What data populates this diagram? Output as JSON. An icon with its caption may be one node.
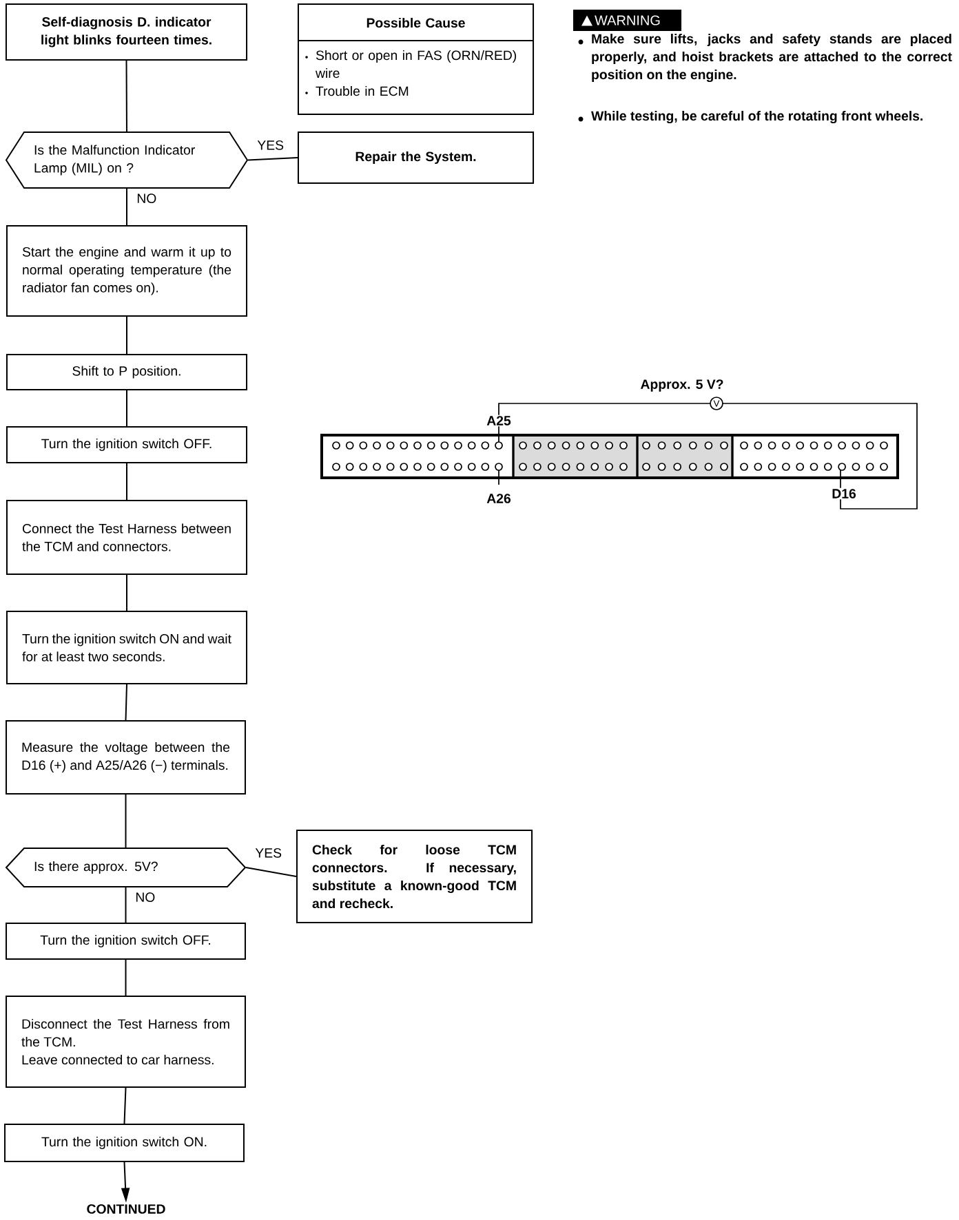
{
  "diagram": {
    "nodes": [
      {
        "text": [
          "Self-diagnosis D. indicator light blinks fourteen times."
        ]
      },
      {
        "text": [
          "Possible Cause",
          "Short or open in FAS (ORN/RED) wire",
          "Trouble in ECM"
        ]
      },
      {
        "text": [
          "WARNING"
        ]
      },
      {
        "text": [
          "Is the Malfunction Indicator Lamp (MIL) on ?"
        ]
      },
      {
        "text": [
          "Repair the System."
        ]
      },
      {
        "text": [
          "Start the engine and warm it up to normal operating temperature (the radiator fan comes on)."
        ]
      },
      {
        "text": [
          "Shift to P position."
        ]
      },
      {
        "text": [
          "Turn the ignition switch OFF."
        ]
      },
      {
        "text": [
          "Connect the Test Harness between the TCM and connectors."
        ]
      },
      {
        "text": [
          "Turn the ignition switch ON and wait for at least two seconds."
        ]
      },
      {
        "text": [
          "Measure the voltage between the D16 (+) and A25/A26 (−) terminals."
        ]
      },
      {
        "text": [
          "Is there approx. 5V?"
        ]
      },
      {
        "text": [
          "Check for loose TCM connectors. If necessary, substitute a known-good TCM and recheck."
        ]
      },
      {
        "text": [
          "Turn the ignition switch OFF."
        ]
      },
      {
        "text": [
          "Disconnect the Test Harness from the TCM.",
          "Leave connected to car harness."
        ]
      },
      {
        "text": [
          "Turn the ignition switch ON."
        ]
      },
      {
        "text": [
          "CONTINUED"
        ]
      }
    ],
    "edges": [
      {
        "from": 0,
        "to": 3,
        "arrow": "none"
      },
      {
        "from": 3,
        "to": 4,
        "arrow": "none",
        "label": "YES"
      },
      {
        "from": 3,
        "to": 5,
        "arrow": "none",
        "label": "NO"
      },
      {
        "from": 5,
        "to": 6,
        "arrow": "none"
      },
      {
        "from": 6,
        "to": 7,
        "arrow": "none"
      },
      {
        "from": 7,
        "to": 8,
        "arrow": "none"
      },
      {
        "from": 8,
        "to": 9,
        "arrow": "none"
      },
      {
        "from": 9,
        "to": 10,
        "arrow": "none"
      },
      {
        "from": 10,
        "to": 11,
        "arrow": "none"
      },
      {
        "from": 11,
        "to": 12,
        "arrow": "none",
        "label": "YES"
      },
      {
        "from": 11,
        "to": 13,
        "arrow": "none",
        "label": "NO"
      },
      {
        "from": 13,
        "to": 14,
        "arrow": "none"
      },
      {
        "from": 14,
        "to": 15,
        "arrow": "none"
      },
      {
        "from": 15,
        "to": 16,
        "arrow": "to"
      }
    ],
    "labels": [
      "Make sure lifts, jacks and safety stands are placed properly, and hoist brackets are attached to the correct position on the engine.",
      "While testing, be careful of the rotating front wheels.",
      "Approx. 5 V?",
      "V",
      "A25",
      "A26",
      "D16"
    ]
  }
}
